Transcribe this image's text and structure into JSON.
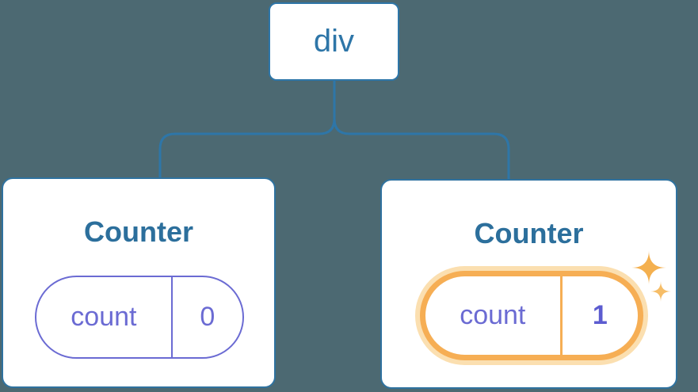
{
  "theme": {
    "bg": "#4c6972",
    "line": "#2e76a8",
    "card-border": "#2f729f",
    "title": "#2c6f9c",
    "purple": "#6b6bd3",
    "purple-bold": "#5c5cd0",
    "orange": "#f6ae54",
    "orange-halo": "#fbdfb0",
    "sparkle": "#f4b04f",
    "sparkle-small": "#f6bd67"
  },
  "tree": {
    "root": {
      "label": "div"
    },
    "children": [
      {
        "title": "Counter",
        "state": {
          "key": "count",
          "value": "0"
        },
        "highlighted": false
      },
      {
        "title": "Counter",
        "state": {
          "key": "count",
          "value": "1"
        },
        "highlighted": true
      }
    ]
  }
}
